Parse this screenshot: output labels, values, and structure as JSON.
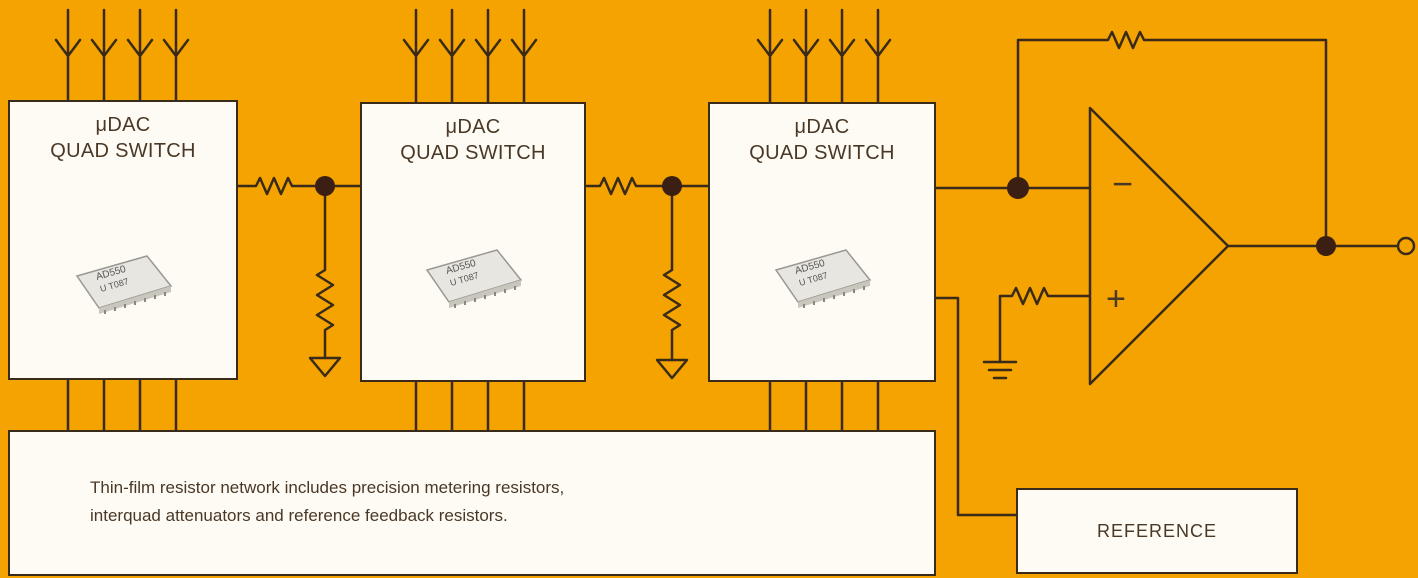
{
  "quads": [
    {
      "title": "μDAC",
      "subtitle": "QUAD SWITCH",
      "chip_line1": "AD550",
      "chip_line2": "U  T087"
    },
    {
      "title": "μDAC",
      "subtitle": "QUAD SWITCH",
      "chip_line1": "AD550",
      "chip_line2": "U  T087"
    },
    {
      "title": "μDAC",
      "subtitle": "QUAD SWITCH",
      "chip_line1": "AD550",
      "chip_line2": "U  T087"
    }
  ],
  "network": {
    "line1": "Thin-film resistor network includes precision metering resistors,",
    "line2": "interquad attenuators and reference feedback resistors."
  },
  "reference": {
    "label": "REFERENCE"
  },
  "amplifier": {
    "minus": "−",
    "plus": "+"
  },
  "colors": {
    "background": "#f4a300",
    "box": "#fdfbf4",
    "wire": "#3a2a1a"
  }
}
